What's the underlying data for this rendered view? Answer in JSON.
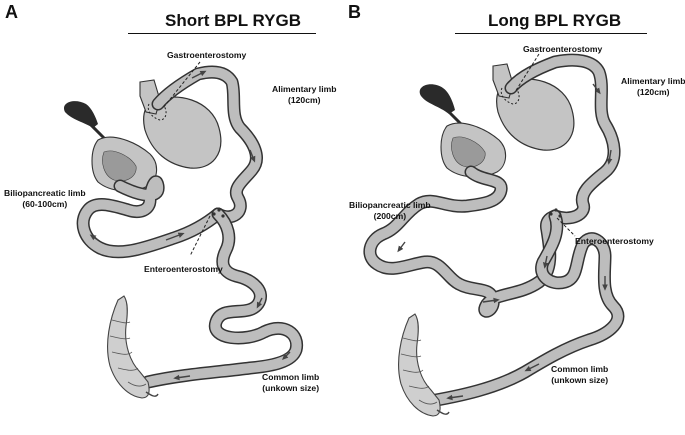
{
  "panels": [
    {
      "letter": "A",
      "title": "Short BPL RYGB",
      "labels": {
        "gastro": "Gastroenterostomy",
        "alimentary": "Alimentary limb",
        "alimentary_len": "(120cm)",
        "bpl": "Biliopancreatic limb",
        "bpl_len": "(60-100cm)",
        "entero": "Enteroenterostomy",
        "common": "Common limb",
        "common_len": "(unkown size)"
      }
    },
    {
      "letter": "B",
      "title": "Long BPL RYGB",
      "labels": {
        "gastro": "Gastroenterostomy",
        "alimentary": "Alimentary limb",
        "alimentary_len": "(120cm)",
        "bpl": "Biliopancreatic limb",
        "bpl_len": "(200cm)",
        "entero": "Enteroenterostomy",
        "common": "Common limb",
        "common_len": "(unkown size)"
      }
    }
  ],
  "colors": {
    "intestine_fill": "#bdbdbd",
    "intestine_outline": "#333333",
    "stomach_fill": "#c4c4c4",
    "gallbladder": "#2a2a2a",
    "text": "#111111"
  }
}
